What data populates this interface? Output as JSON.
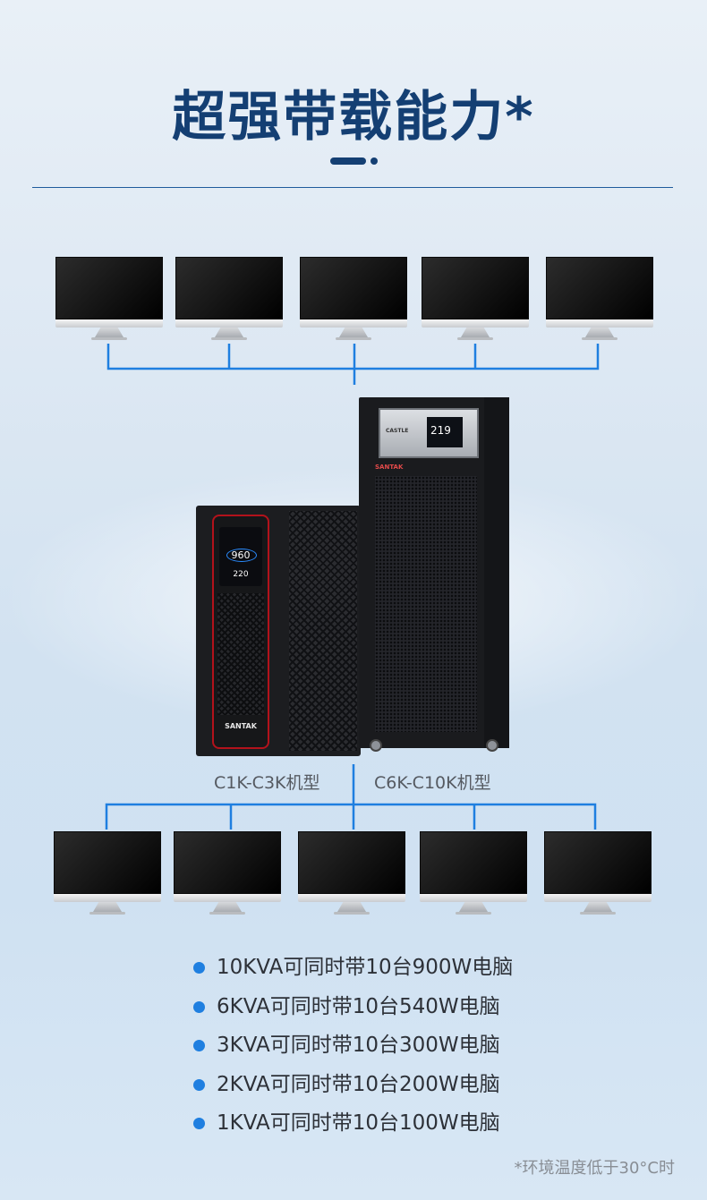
{
  "page": {
    "title": "超强带载能力*",
    "accent_color": "#143f73",
    "line_color": "#1f7fe0"
  },
  "ups": {
    "small": {
      "model_label": "C1K-C3K机型",
      "display_value": "960",
      "display_value_2": "220",
      "brand": "SANTAK"
    },
    "large": {
      "model_label": "C6K-C10K机型",
      "display_value": "219",
      "brand": "SANTAK",
      "panel_label": "CASTLE"
    }
  },
  "monitors": {
    "top_row_count": 5,
    "bottom_row_count": 5
  },
  "capacity_list": [
    "10KVA可同时带10台900W电脑",
    "6KVA可同时带10台540W电脑",
    "3KVA可同时带10台300W电脑",
    "2KVA可同时带10台200W电脑",
    "1KVA可同时带10台100W电脑"
  ],
  "footnote": "*环境温度低于30°C时"
}
